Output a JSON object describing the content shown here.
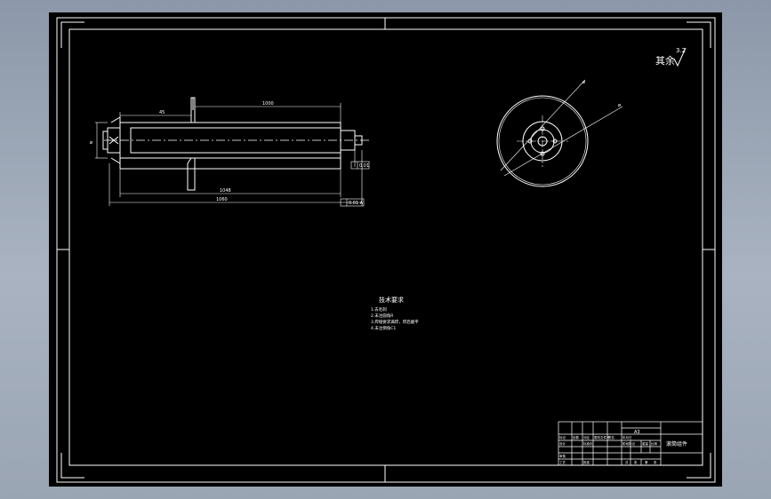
{
  "drawing": {
    "colors": {
      "background": "#000000",
      "line": "#ffffff",
      "centerline": "#ffffff",
      "border": "#a7b0bd"
    },
    "corner_mark": "其余",
    "corner_roughness": "3.2",
    "dimensions": {
      "small_top": "45",
      "top_length": "1000",
      "side_left": "ø",
      "bottom_length": "1048",
      "overall_length": "1060",
      "circle_dia_small": "ø",
      "circle_dia_large": "ø"
    },
    "tolerance_frames": {
      "right": "0.01",
      "bottom": "0.01 A"
    },
    "tech_requirements": {
      "title": "技术要求",
      "items": [
        "1.去毛刺",
        "2.未注圆角R",
        "3.焊缝要求满焊，焊后磨平",
        "4.未注倒角C1"
      ]
    },
    "title_block": {
      "scale_label": "A3",
      "part_name": "滚筒组件",
      "rows": [
        [
          "标记",
          "处数",
          "分区",
          "更改文件号",
          "签名",
          "年月日"
        ],
        [
          "设计",
          "",
          "标准化",
          "",
          "",
          ""
        ],
        [
          "审核",
          "",
          "",
          "",
          "",
          ""
        ],
        [
          "工艺",
          "",
          "批准",
          "",
          "",
          ""
        ]
      ],
      "stage": [
        "阶段标记",
        "重量",
        "比例"
      ],
      "sheet": [
        "共",
        "张",
        "第",
        "张"
      ]
    }
  }
}
